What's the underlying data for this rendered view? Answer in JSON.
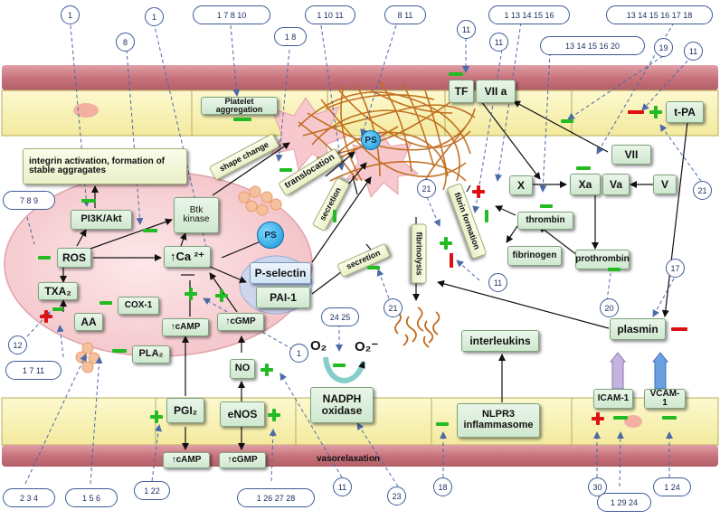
{
  "nodes": {
    "tf": "TF",
    "vii_a": "VII a",
    "platelet_aggregation": "Platelet aggregation",
    "tpa": "t-PA",
    "integrin": "integrin activation, formation of stable aggragates",
    "shape_change": "shape change",
    "translocation": "translocation",
    "secretion_top": "secretion",
    "ps_label": "PS",
    "vii": "VII",
    "x": "X",
    "xa": "Xa",
    "va": "Va",
    "v": "V",
    "pi3k": "PI3K/Akt",
    "btk": "Btk kinase",
    "thrombin": "thrombin",
    "fibrin_formation": "fibrin formation",
    "fibrinogen": "fibrinogen",
    "prothrombin": "prothrombin",
    "ros": "ROS",
    "ca": "↑Ca ²⁺",
    "fibrinolysis": "fibrinolysis",
    "p_selectin": "P-selectin",
    "secretion_mid": "secretion",
    "txa2": "TXA₂",
    "cox1": "COX-1",
    "pai1": "PAI-1",
    "aa": "AA",
    "camp_up": "↑cAMP",
    "cgmp_up": "↑cGMP",
    "o2": "O₂",
    "o2_minus": "O₂⁻",
    "interleukins": "interleukins",
    "plasmin": "plasmin",
    "pla2": "PLA₂",
    "no": "NO",
    "icam": "ICAM-1",
    "vcam": "VCAM-1",
    "pgi2": "PGI₂",
    "enos": "eNOS",
    "nadph": "NADPH oxidase",
    "nlrp3": "NLPR3 inflammasome",
    "camp_bottom": "↑cAMP",
    "cgmp_bottom": "↑cGMP",
    "vasorelaxation": "vasorelaxation"
  },
  "refs": [
    "1",
    "1 7 8 10",
    "1 8",
    "1 10 11",
    "8 11",
    "11",
    "1 13 14 15 16",
    "13 14 15 16 17 18",
    "8",
    "1",
    "11",
    "13 14 15 16 20",
    "19",
    "11",
    "7 8 9",
    "21",
    "21",
    "11",
    "17",
    "12",
    "20",
    "1 7 11",
    "21",
    "24 25",
    "1",
    "2 3 4",
    "1 5 6",
    "1 22",
    "1 26 27 28",
    "11",
    "23",
    "18",
    "30",
    "1 29 24",
    "1 24"
  ],
  "colors": {
    "vessel_wall": "#c9737c",
    "endothelium": "#fbf6be",
    "platelet": "#f8d6d9",
    "fibrin": "#c06a1a",
    "inhibition": "#dd1111",
    "activation": "#22bb22",
    "reference_ring": "#3c5a96"
  }
}
